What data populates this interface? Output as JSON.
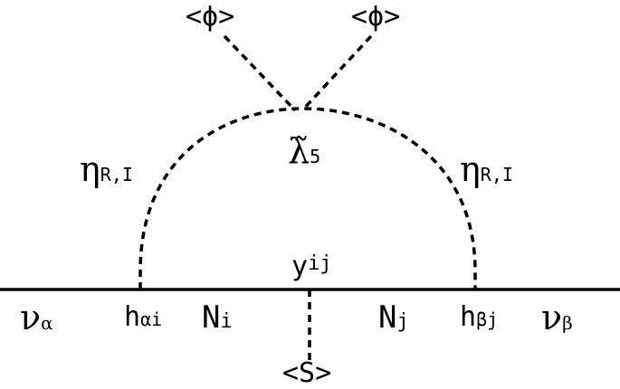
{
  "style": {
    "line_color": "#000000",
    "background": "#ffffff"
  },
  "labels": {
    "vev_phi_left": "<ϕ>",
    "vev_phi_right": "<ϕ>",
    "lambda5_symbol": "λ̃",
    "lambda5_sub": "5",
    "eta_left_symbol": "η",
    "eta_left_sub": "R,I",
    "eta_right_symbol": "η",
    "eta_right_sub": "R,I",
    "yukawa_y": "y",
    "yukawa_sup": "ij",
    "nu_alpha_symbol": "ν",
    "nu_alpha_sub": "α",
    "h_alpha_base": "h",
    "h_alpha_sub": "αi",
    "N_i_base": "N",
    "N_i_sub": "i",
    "N_j_base": "N",
    "N_j_sub": "j",
    "h_beta_base": "h",
    "h_beta_sub": "βj",
    "nu_beta_symbol": "ν",
    "nu_beta_sub": "β",
    "vev_S": "<S>"
  }
}
